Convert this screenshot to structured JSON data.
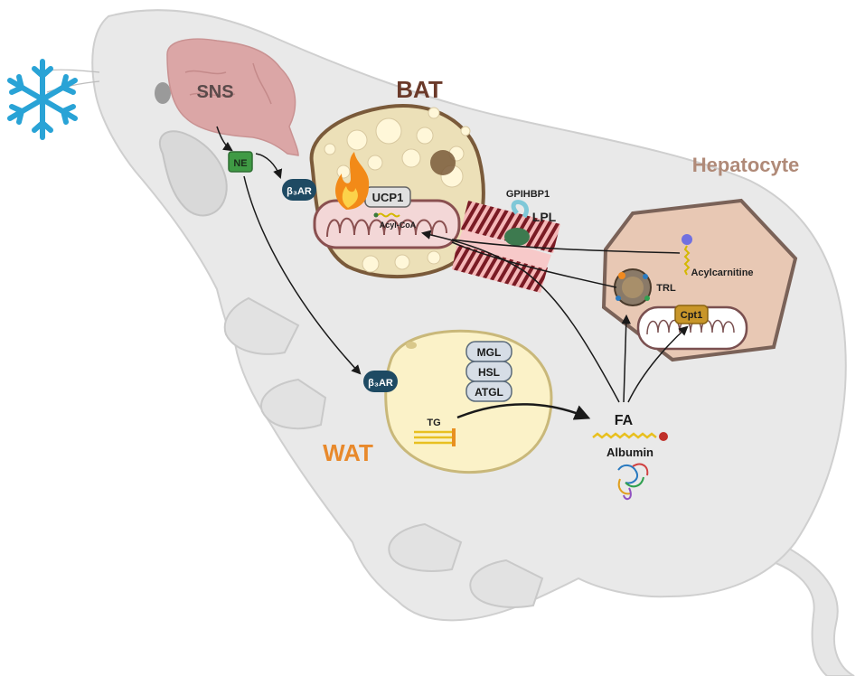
{
  "labels": {
    "sns": "SNS",
    "ne": "NE",
    "beta3ar_bat": "β₃AR",
    "beta3ar_wat": "β₃AR",
    "bat": "BAT",
    "ucp1": "UCP1",
    "acyl_coa": "Acyl-CoA",
    "gpihbp1": "GPIHBP1",
    "lpl": "LPL",
    "hepatocyte": "Hepatocyte",
    "acylcarnitine": "Acylcarnitine",
    "trl": "TRL",
    "cpt1": "Cpt1",
    "mgl": "MGL",
    "hsl": "HSL",
    "atgl": "ATGL",
    "tg": "TG",
    "wat": "WAT",
    "fa": "FA",
    "albumin": "Albumin"
  },
  "colors": {
    "bat_title": "#6b3a2a",
    "hepatocyte_title": "#b08a78",
    "wat_title": "#e8892b",
    "snowflake": "#29a3d6",
    "receptor": "#1e4a63",
    "ne_box": "#3f9a44",
    "cpt1_box": "#c8962a",
    "lpl": "#3d7a4f"
  },
  "icons": [
    "snowflake-icon",
    "brain-icon",
    "flame-icon",
    "mitochondrion-icon",
    "blood-vessel-icon",
    "lipoprotein-icon",
    "albumin-protein-icon"
  ]
}
